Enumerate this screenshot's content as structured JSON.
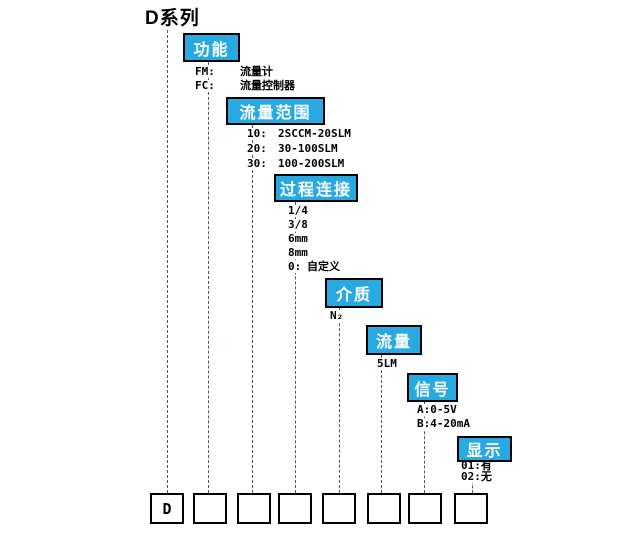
{
  "title": "D系列",
  "colors": {
    "accent_fill": "#29A9E1",
    "box_border": "#000000",
    "connector": "#3D5A78",
    "text": "#000000"
  },
  "groups": [
    {
      "name": "function",
      "label": "功能",
      "options": [
        {
          "code": "FM:",
          "desc": "流量计"
        },
        {
          "code": "FC:",
          "desc": "流量控制器"
        }
      ]
    },
    {
      "name": "flow-range",
      "label": "流量范围",
      "options": [
        {
          "code": "10:",
          "desc": "2SCCM-20SLM"
        },
        {
          "code": "20:",
          "desc": "30-100SLM"
        },
        {
          "code": "30:",
          "desc": "100-200SLM"
        }
      ]
    },
    {
      "name": "process-connection",
      "label": "过程连接",
      "options": [
        {
          "code": "1/4"
        },
        {
          "code": "3/8"
        },
        {
          "code": "6mm"
        },
        {
          "code": "8mm"
        },
        {
          "code": "0:",
          "desc": "自定义"
        }
      ]
    },
    {
      "name": "medium",
      "label": "介质",
      "options": [
        {
          "code": "N₂"
        }
      ]
    },
    {
      "name": "flow",
      "label": "流量",
      "options": [
        {
          "code": "5LM"
        }
      ]
    },
    {
      "name": "signal",
      "label": "信号",
      "options": [
        {
          "code": "A:0-5V"
        },
        {
          "code": "B:4-20mA"
        }
      ]
    },
    {
      "name": "display",
      "label": "显示",
      "options": [
        {
          "code": "01:有"
        },
        {
          "code": "02:无"
        }
      ]
    }
  ],
  "model_row": {
    "cells": [
      "D",
      "",
      "",
      "",
      "",
      "",
      "",
      ""
    ]
  }
}
